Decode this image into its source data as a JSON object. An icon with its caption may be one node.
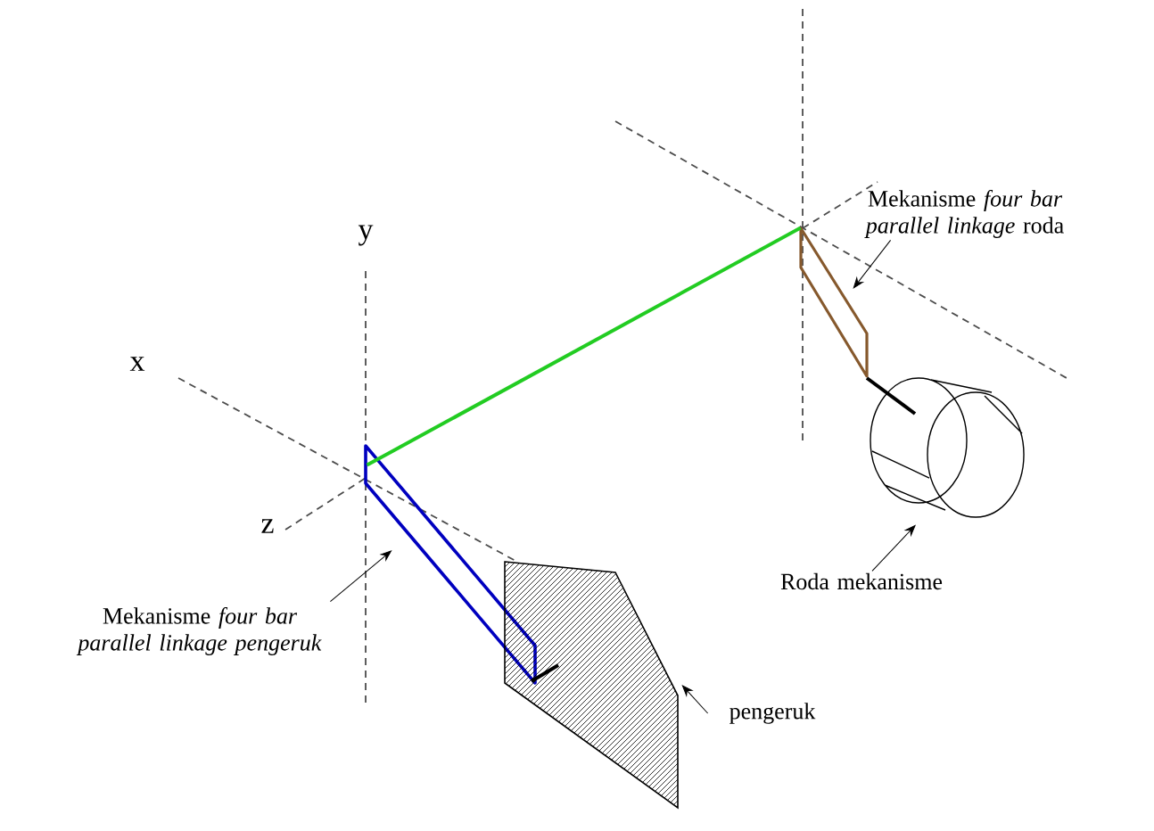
{
  "diagram": {
    "nodes": [
      {
        "text": [
          "Mekanisme *four bar parallel linkage* roda"
        ]
      },
      {
        "text": [],
        "shape": "picture"
      },
      {
        "text": [
          "Roda mekanisme"
        ]
      },
      {
        "text": [],
        "shape": "picture"
      },
      {
        "text": [
          "Mekanisme *four bar parallel linkage pengeruk*"
        ]
      },
      {
        "text": [],
        "shape": "picture"
      },
      {
        "text": [
          "pengeruk"
        ]
      },
      {
        "text": [],
        "shape": "picture"
      }
    ],
    "edges": [
      {
        "from": 0,
        "to": 1,
        "arrow": "to"
      },
      {
        "from": 2,
        "to": 3,
        "arrow": "to"
      },
      {
        "from": 4,
        "to": 5,
        "arrow": "to"
      },
      {
        "from": 6,
        "to": 7,
        "arrow": "to"
      },
      {
        "from": 5,
        "to": 1,
        "arrow": "none",
        "style": "thick",
        "color": "#22cc22"
      }
    ],
    "labels": [
      "y",
      "x",
      "z"
    ]
  }
}
